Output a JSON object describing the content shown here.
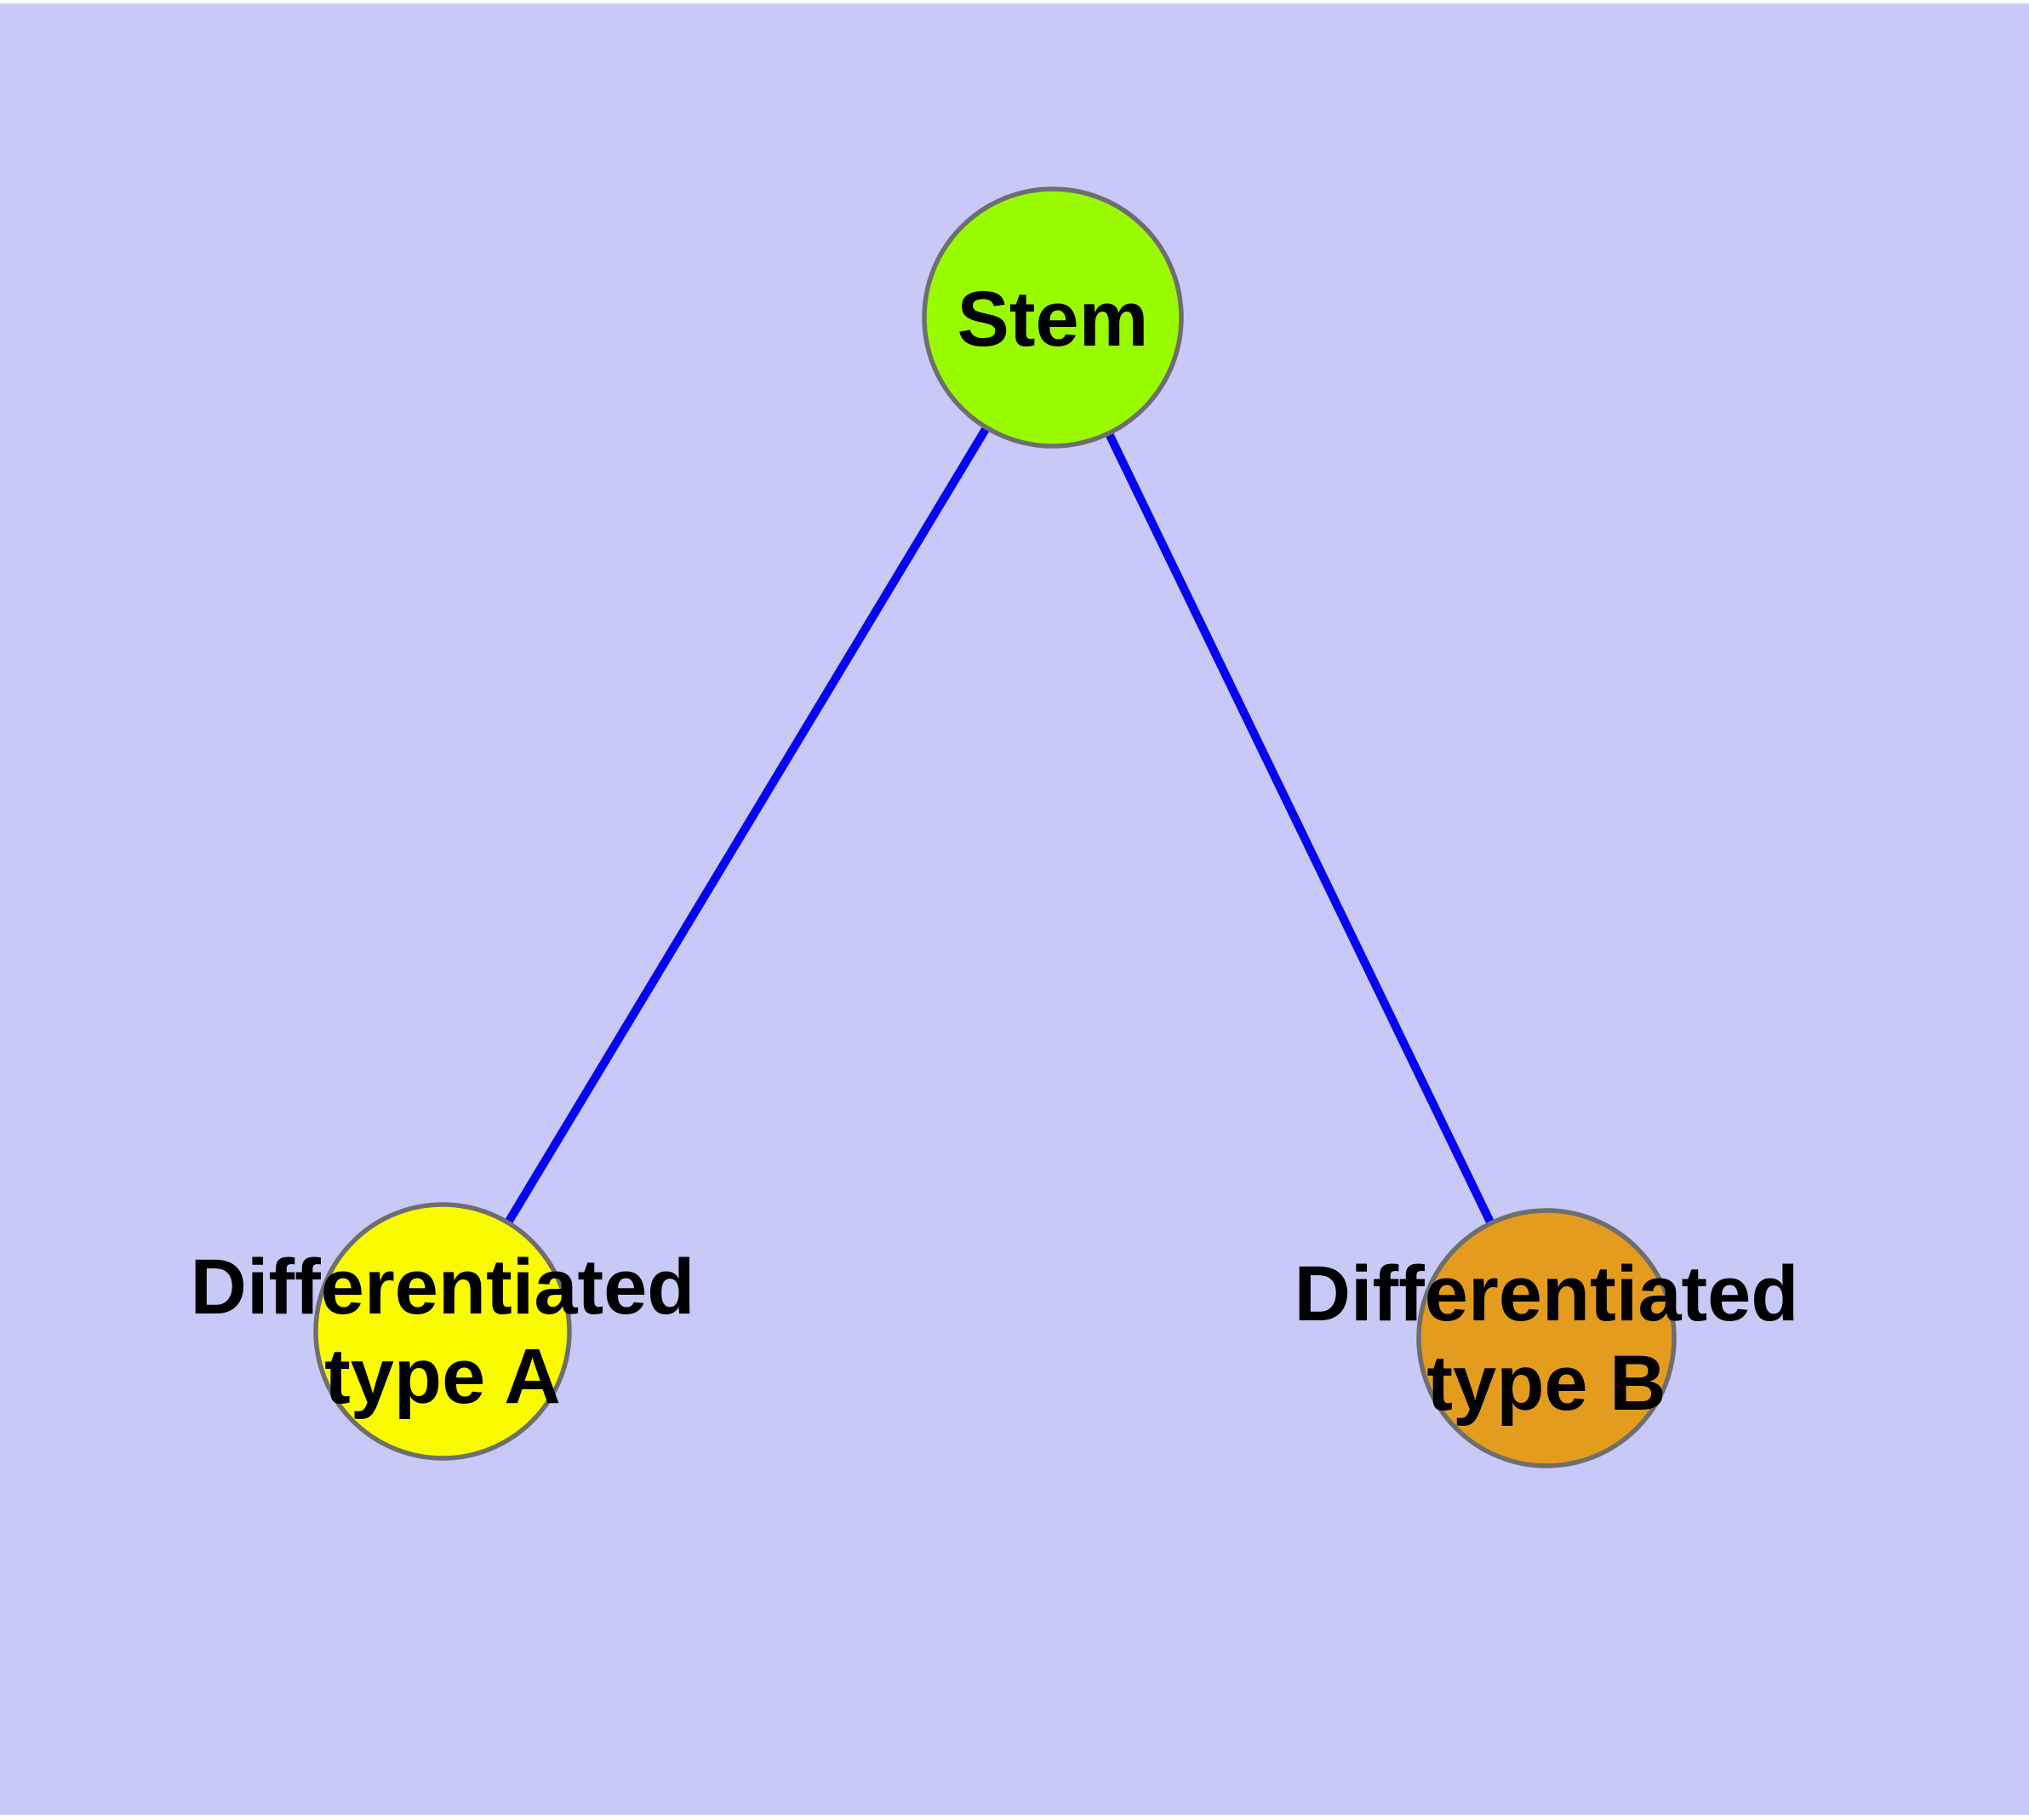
{
  "canvas": {
    "background": "#c9c9f8",
    "margin_color": "#ffffff"
  },
  "diagram": {
    "type": "node-link-tree",
    "title": "",
    "edge_color": "#0505f0",
    "node_border_color": "#6e6e6e",
    "label_color": "#000000",
    "nodes": [
      {
        "id": "stem",
        "label": "Stem",
        "fill": "#9afb00"
      },
      {
        "id": "differentiated-type-a",
        "label": "Differentiated type A",
        "label_line1": "Differentiated",
        "label_line2": "type A",
        "fill": "#fbfb00"
      },
      {
        "id": "differentiated-type-b",
        "label": "Differentiated type B",
        "label_line1": "Differentiated",
        "label_line2": "type B",
        "fill": "#e49c1e"
      }
    ],
    "edges": [
      {
        "from": "stem",
        "to": "differentiated-type-a"
      },
      {
        "from": "stem",
        "to": "differentiated-type-b"
      }
    ]
  }
}
